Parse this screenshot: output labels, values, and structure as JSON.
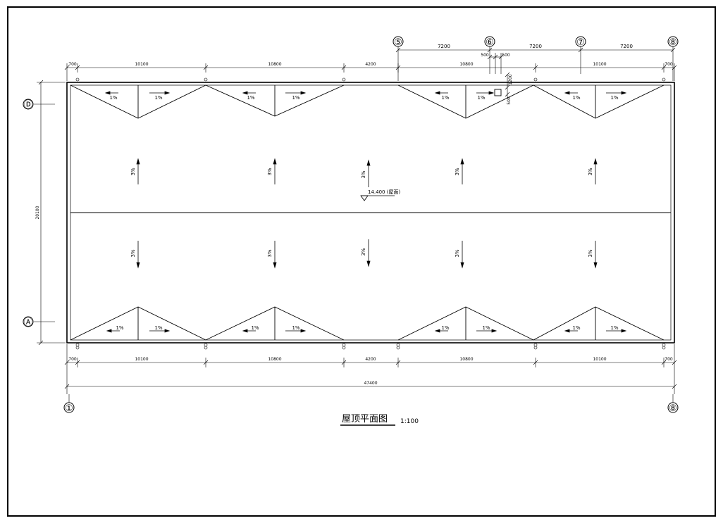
{
  "drawing": {
    "title": "屋顶平面图",
    "scale": "1:100",
    "elevation": "14.400 (屋面)"
  },
  "axes": {
    "vertical_top": [
      "⑤",
      "⑥",
      "⑦",
      "⑧"
    ],
    "vertical_bottom": [
      "①",
      "⑧"
    ],
    "horizontal": [
      "Ⓓ",
      "Ⓐ"
    ]
  },
  "dimensions": {
    "top_upper": [
      "7200",
      "7200",
      "7200"
    ],
    "top_upper_small": [
      "500",
      "500"
    ],
    "top_lower": [
      "700",
      "10100",
      "10800",
      "4200",
      "10800",
      "10100",
      "700"
    ],
    "top_vertical": [
      "1200",
      "500"
    ],
    "bottom_lower": [
      "700",
      "10100",
      "10800",
      "4200",
      "10800",
      "10100",
      "700"
    ],
    "total": "47400",
    "left_total": "20100"
  },
  "slopes": {
    "gutter": "1%",
    "roof": "3%"
  }
}
